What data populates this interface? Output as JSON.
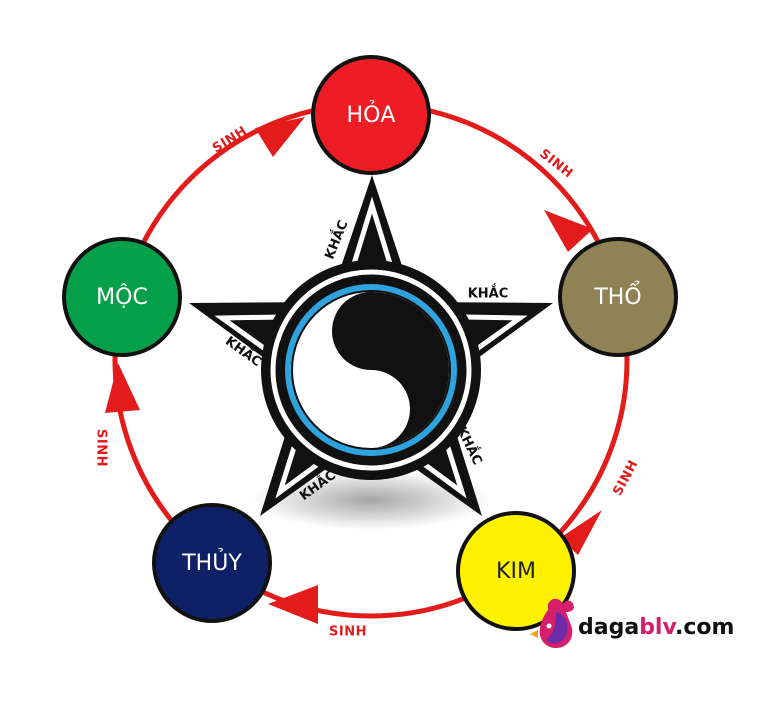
{
  "elements": {
    "hoa": {
      "label": "HỎA",
      "color": "#ee1c25"
    },
    "tho": {
      "label": "THỔ",
      "color": "#8f8355"
    },
    "kim": {
      "label": "KIM",
      "color": "#fff200"
    },
    "thuy": {
      "label": "THỦY",
      "color": "#0f2166"
    },
    "moc": {
      "label": "MỘC",
      "color": "#07a04a"
    }
  },
  "sinh_labels": {
    "hoa_tho": "SINH",
    "tho_kim": "SINH",
    "kim_thuy": "SINH",
    "thuy_moc": "SINH",
    "moc_hoa": "SINH"
  },
  "khac_labels": {
    "top": "KHẮC",
    "right_upper": "KHẮC",
    "right_lower": "KHẮC",
    "bottom": "KHẮC",
    "left": "KHẮC"
  },
  "colors": {
    "sinh_cycle": "#e31b1b",
    "star": "#111111",
    "yin_yang_ring": "#2ea3dd"
  },
  "brand": {
    "prefix": "daga",
    "highlight": "blv",
    "suffix": ".com"
  }
}
